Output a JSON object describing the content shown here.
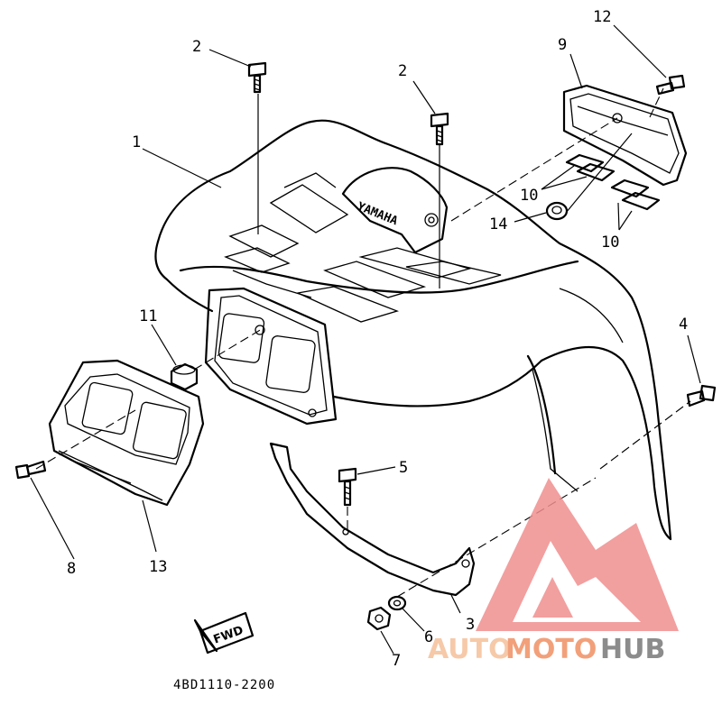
{
  "diagram": {
    "part_code": "4BD1110-2200",
    "brand_embossing": "YAMAHA",
    "fwd_label": "FWD",
    "callouts": [
      {
        "id": "c1",
        "label": "1"
      },
      {
        "id": "c2a",
        "label": "2"
      },
      {
        "id": "c2b",
        "label": "2"
      },
      {
        "id": "c3",
        "label": "3"
      },
      {
        "id": "c4",
        "label": "4"
      },
      {
        "id": "c5",
        "label": "5"
      },
      {
        "id": "c6",
        "label": "6"
      },
      {
        "id": "c7",
        "label": "7"
      },
      {
        "id": "c8",
        "label": "8"
      },
      {
        "id": "c9",
        "label": "9"
      },
      {
        "id": "c10a",
        "label": "10"
      },
      {
        "id": "c10b",
        "label": "10"
      },
      {
        "id": "c11",
        "label": "11"
      },
      {
        "id": "c12",
        "label": "12"
      },
      {
        "id": "c13",
        "label": "13"
      },
      {
        "id": "c14",
        "label": "14"
      }
    ]
  },
  "watermark": {
    "part1": "AUTO",
    "part2": "MOTO",
    "part3": "HUB",
    "color_light": "#f6c9a8",
    "color_mid": "#f2a07a",
    "color_dark": "#8c8c8c",
    "logo_color": "#f08f8f"
  }
}
